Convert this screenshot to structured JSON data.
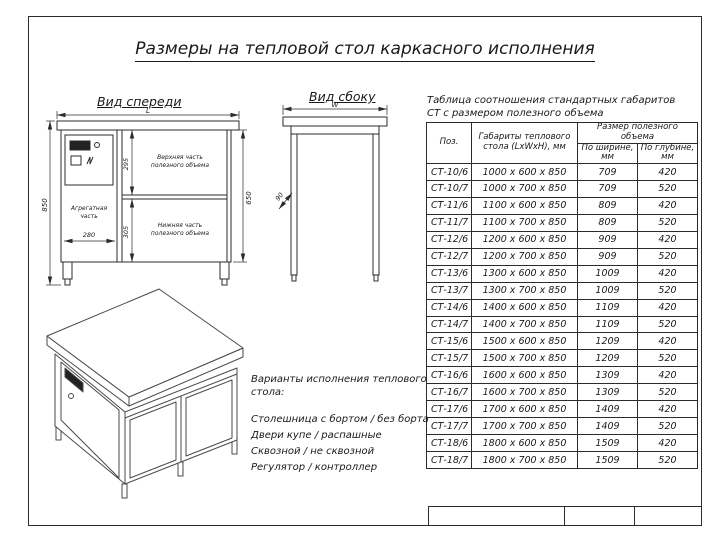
{
  "title": "Размеры на тепловой стол каркасного исполнения",
  "colors": {
    "ink": "#2b2b2b"
  },
  "front_view": {
    "label": "Вид спереди",
    "dims": {
      "length": "L",
      "total_height": "850",
      "upper_height": "295",
      "lower_height": "305",
      "inner_height": "650",
      "aggregate_width": "280"
    },
    "labels": {
      "upper": [
        "Верхняя часть",
        "полезного объема"
      ],
      "lower": [
        "Нижняя часть",
        "полезного объема"
      ],
      "aggregate": [
        "Агрегатная",
        "часть"
      ]
    }
  },
  "side_view": {
    "label": "Вид сбоку",
    "dims": {
      "width": "W",
      "frame_depth": "90"
    }
  },
  "spec_table": {
    "caption": [
      "Таблица соотношения стандартных габаритов",
      "СТ с размером полезного объема"
    ],
    "columns": {
      "pos": "Поз.",
      "dims": "Габариты теплового стола (LxWxH), мм",
      "volume": "Размер полезного объема",
      "width": "По ширине, мм",
      "depth": "По глубине, мм"
    },
    "rows": [
      [
        "СТ-10/6",
        "1000 x 600 x 850",
        "709",
        "420"
      ],
      [
        "СТ-10/7",
        "1000 x 700 x 850",
        "709",
        "520"
      ],
      [
        "СТ-11/6",
        "1100 x 600 x 850",
        "809",
        "420"
      ],
      [
        "СТ-11/7",
        "1100 x 700 x 850",
        "809",
        "520"
      ],
      [
        "СТ-12/6",
        "1200 x 600 x 850",
        "909",
        "420"
      ],
      [
        "СТ-12/7",
        "1200 x 700 x 850",
        "909",
        "520"
      ],
      [
        "СТ-13/6",
        "1300 x 600 x 850",
        "1009",
        "420"
      ],
      [
        "СТ-13/7",
        "1300 x 700 x 850",
        "1009",
        "520"
      ],
      [
        "СТ-14/6",
        "1400 x 600 x 850",
        "1109",
        "420"
      ],
      [
        "СТ-14/7",
        "1400 x 700 x 850",
        "1109",
        "520"
      ],
      [
        "СТ-15/6",
        "1500 x 600 x 850",
        "1209",
        "420"
      ],
      [
        "СТ-15/7",
        "1500 x 700 x 850",
        "1209",
        "520"
      ],
      [
        "СТ-16/6",
        "1600 x 600 x 850",
        "1309",
        "420"
      ],
      [
        "СТ-16/7",
        "1600 x 700 x 850",
        "1309",
        "520"
      ],
      [
        "СТ-17/6",
        "1700 x 600 x 850",
        "1409",
        "420"
      ],
      [
        "СТ-17/7",
        "1700 x 700 x 850",
        "1409",
        "520"
      ],
      [
        "СТ-18/6",
        "1800 x 600 x 850",
        "1509",
        "420"
      ],
      [
        "СТ-18/7",
        "1800 x 700 x 850",
        "1509",
        "520"
      ]
    ]
  },
  "variants": {
    "title": "Варианты исполнения теплового стола:",
    "items": [
      "Столешница с бортом / без борта",
      "Двери купе / распашные",
      "Сквозной / не сквозной",
      "Регулятор / контроллер"
    ]
  }
}
